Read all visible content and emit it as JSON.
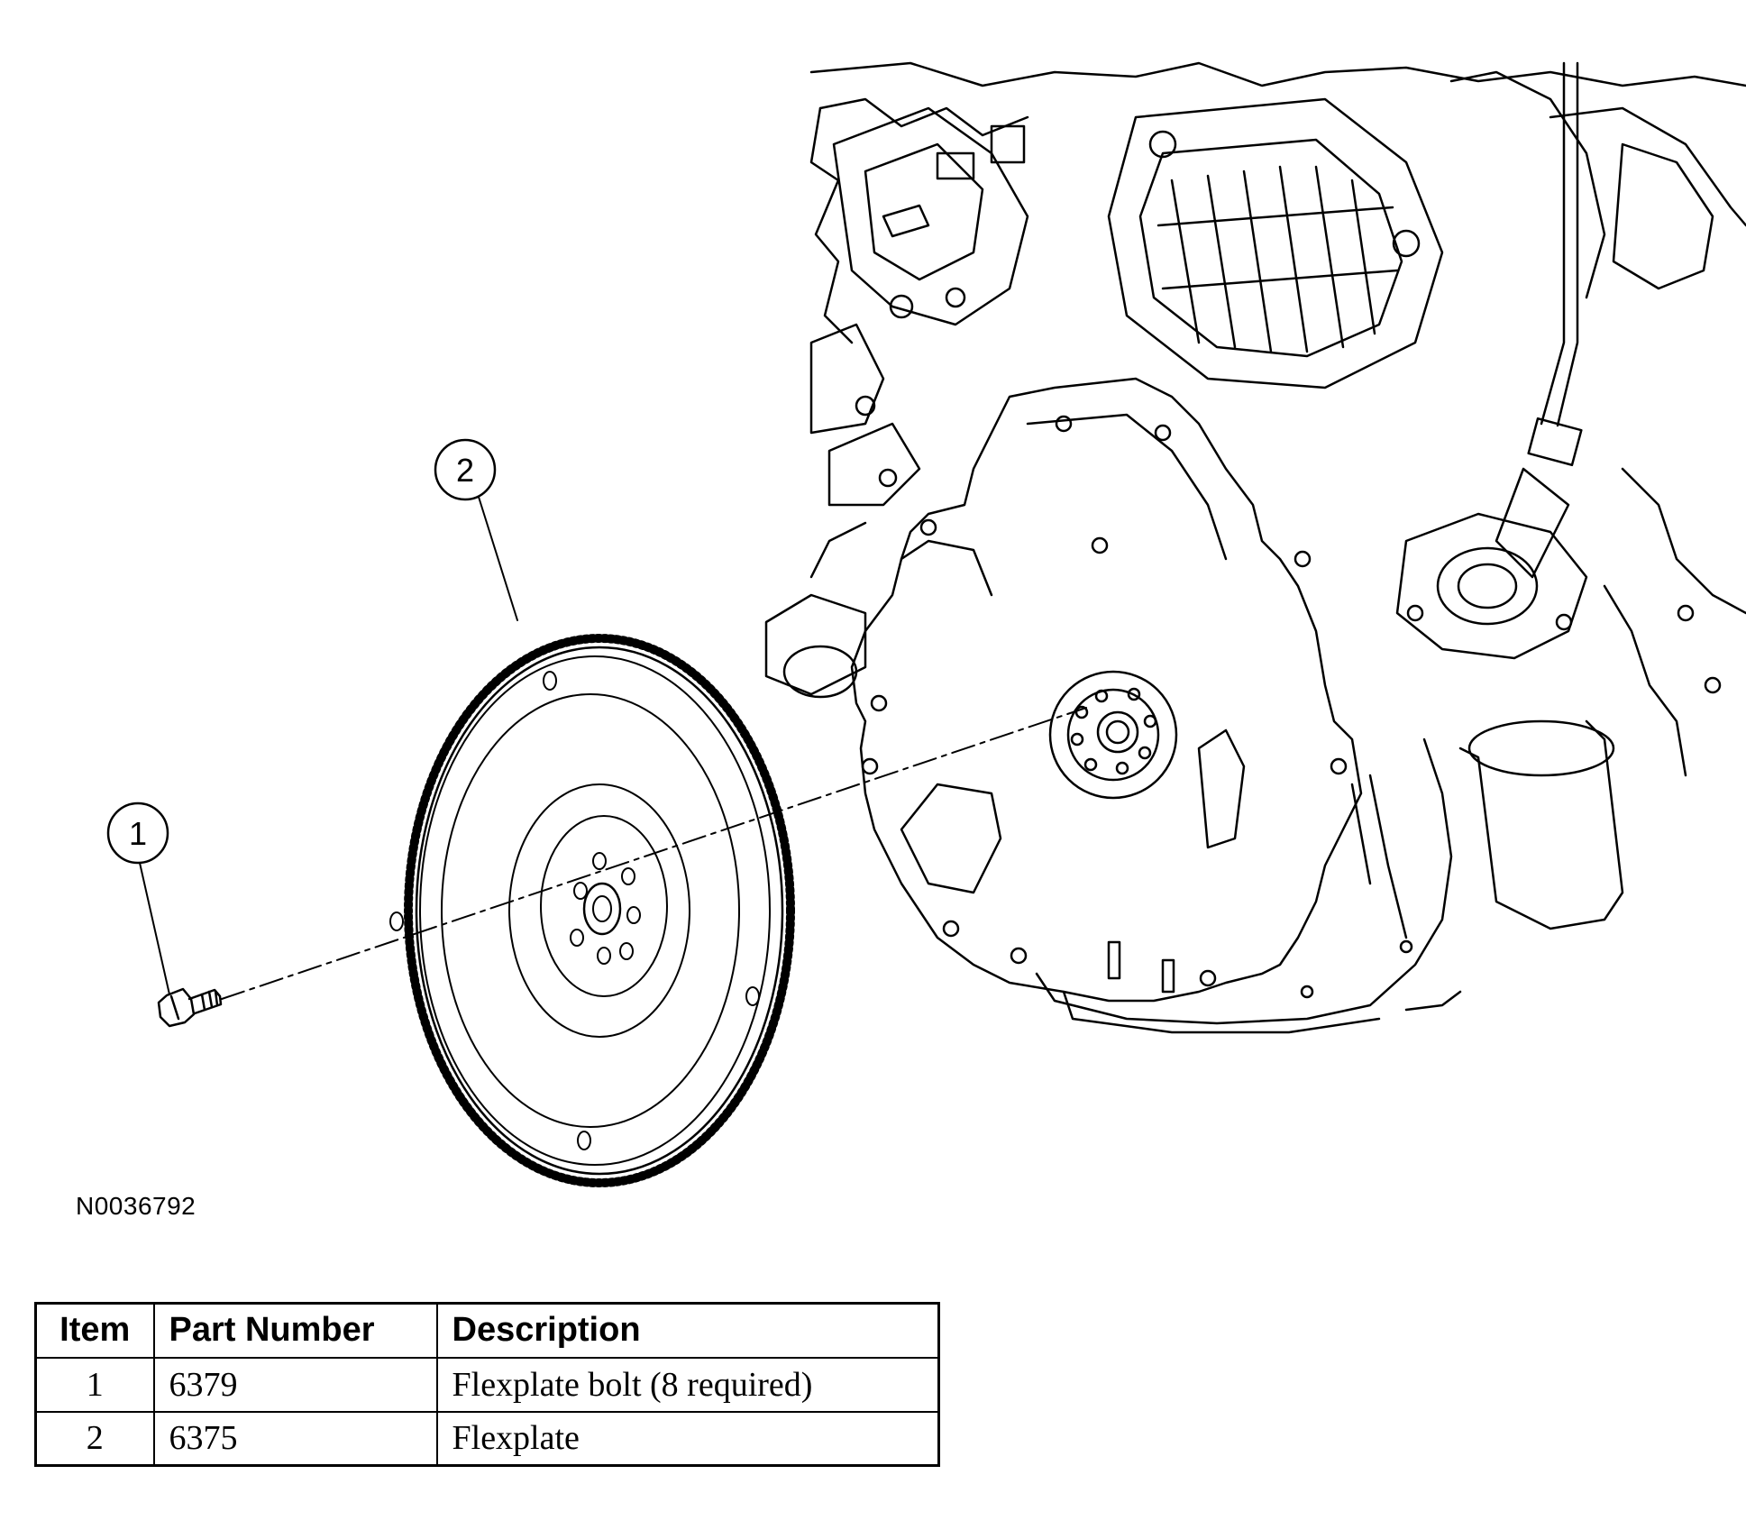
{
  "callouts": [
    {
      "number": "1"
    },
    {
      "number": "2"
    }
  ],
  "figure_id": "N0036792",
  "parts_table": {
    "headers": {
      "item": "Item",
      "part_number": "Part Number",
      "description": "Description"
    },
    "rows": [
      {
        "item": "1",
        "part_number": "6379",
        "description": "Flexplate bolt (8 required)"
      },
      {
        "item": "2",
        "part_number": "6375",
        "description": "Flexplate"
      }
    ]
  }
}
